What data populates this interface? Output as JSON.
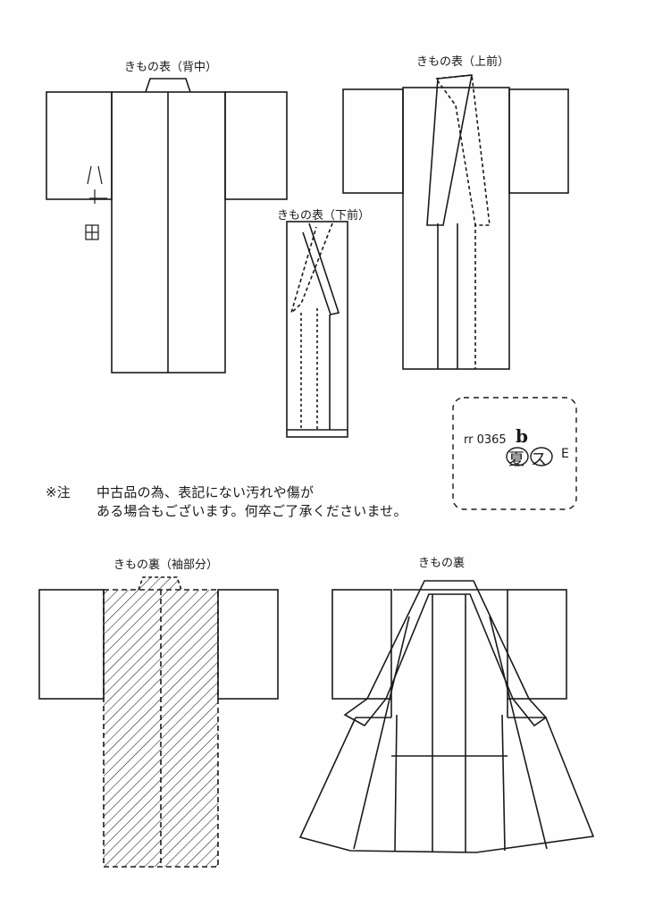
{
  "labels": {
    "back": "きもの表（背中）",
    "upper_front": "きもの表（上前）",
    "lower_front": "きもの表（下前）",
    "sleeve_lining": "きもの裏（袖部分）",
    "lining": "きもの裏"
  },
  "note": {
    "mark": "※注",
    "line1": "中古品の為、表記にない汚れや傷が",
    "line2": "ある場合もございます。何卒ご了承くださいませ。"
  },
  "stamp": {
    "code": "rr 0365",
    "code_suffix": "b",
    "hand_marks": "夏ス",
    "grade": "E"
  }
}
